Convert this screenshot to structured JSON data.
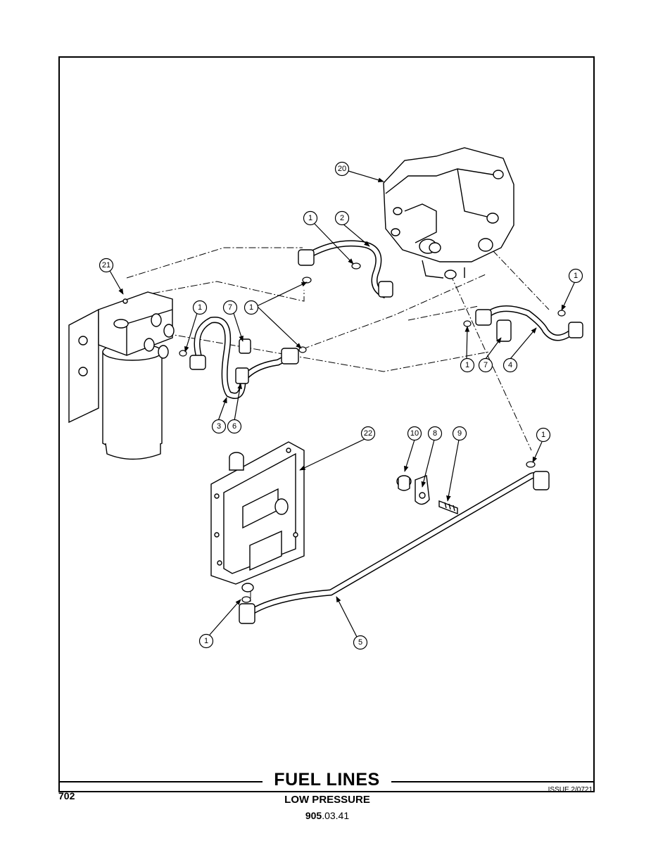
{
  "footer": {
    "title": "FUEL LINES",
    "subtitle": "LOW PRESSURE",
    "section_bold": "905",
    "section_rest": ".03.41",
    "page_number": "702",
    "issue": "ISSUE 2/0721"
  },
  "callouts": {
    "c20": "20",
    "c1_top": "1",
    "c2": "2",
    "c21": "21",
    "c1_right": "1",
    "c1_left": "1",
    "c7_left": "7",
    "c1_mid": "1",
    "c3": "3",
    "c6": "6",
    "c1_pipe4": "1",
    "c7_pipe4": "7",
    "c4": "4",
    "c22": "22",
    "c10": "10",
    "c8": "8",
    "c9": "9",
    "c1_pipe5_right": "1",
    "c1_pipe5_left": "1",
    "c5": "5"
  }
}
